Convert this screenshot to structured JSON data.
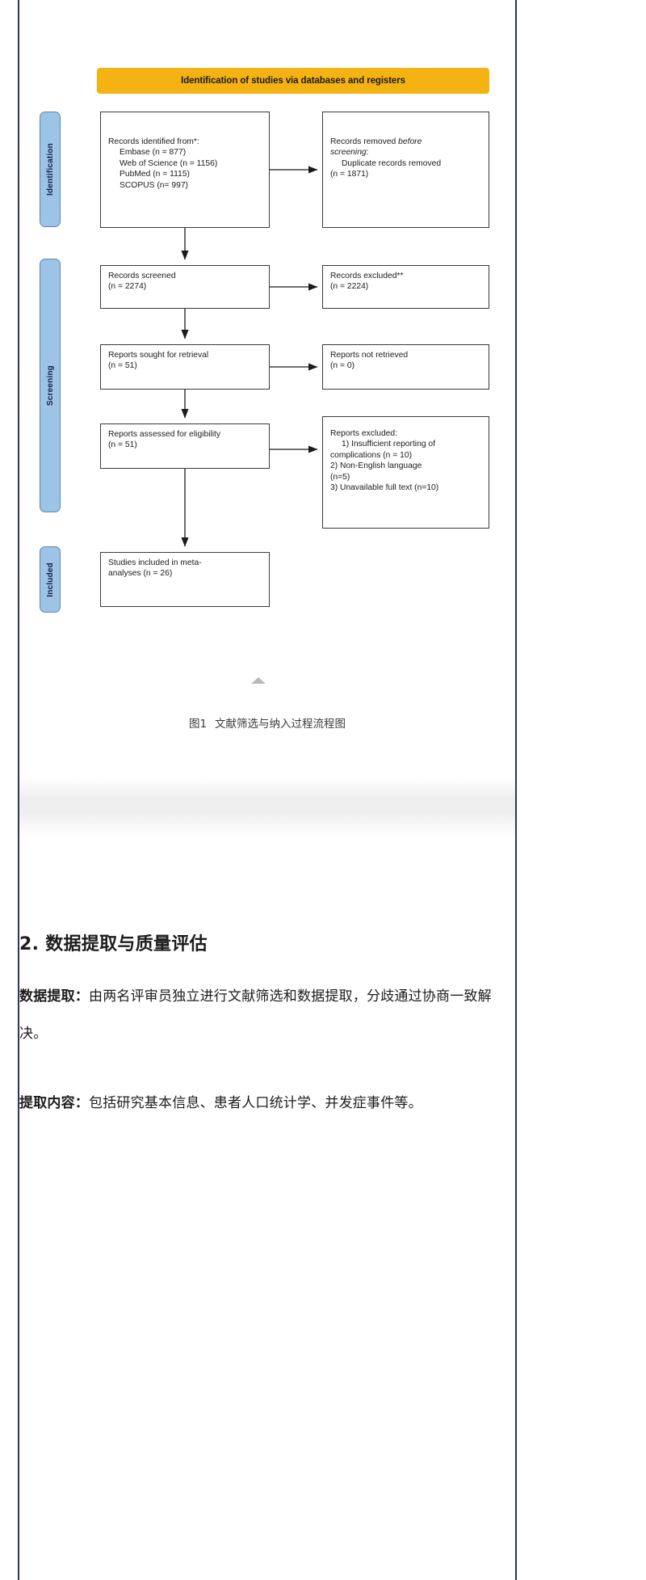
{
  "figure": {
    "banner": "Identification of studies via databases and registers",
    "phases": {
      "identification": "Identification",
      "screening": "Screening",
      "included": "Included"
    },
    "boxes": {
      "identified": {
        "title": "Records identified from*:",
        "lines": [
          "Embase (n = 877)",
          "Web of Science (n = 1156)",
          "PubMed (n = 1115)",
          "SCOPUS (n= 997)"
        ]
      },
      "removed": {
        "title_a": "Records removed ",
        "title_b": "before",
        "title_c": "screening",
        "title_d": ":",
        "lines": [
          "Duplicate records removed"
        ],
        "count": "(n = 1871)"
      },
      "screened": {
        "title": "Records screened",
        "count": "(n = 2274)"
      },
      "excluded_screened": {
        "title": "Records excluded**",
        "count": "(n = 2224)"
      },
      "sought": {
        "title": "Reports sought for retrieval",
        "count": "(n = 51)"
      },
      "not_retrieved": {
        "title": "Reports not retrieved",
        "count": "(n = 0)"
      },
      "assessed": {
        "title": "Reports assessed for eligibility",
        "count": "(n = 51)"
      },
      "excluded_reports": {
        "title": "Reports excluded:",
        "items": [
          "1) Insufficient reporting of",
          "complications (n = 10)",
          "2) Non-English language",
          "(n=5)",
          "3) Unavailable full text (n=10)"
        ]
      },
      "included": {
        "title": "Studies included in meta-",
        "line2": "analyses (n = 26)"
      }
    },
    "colors": {
      "banner": "#f4b213",
      "phase_fill": "#9dc3e6",
      "phase_border": "#5b87b5",
      "box_border": "#3a3a3a",
      "page_rule": "#27375c"
    }
  },
  "caption": {
    "number": "图1",
    "text": "文献筛选与纳入过程流程图"
  },
  "article": {
    "heading": "2. 数据提取与质量评估",
    "paragraphs": [
      {
        "label": "数据提取：",
        "body": "由两名评审员独立进行文献筛选和数据提取，分歧通过协商一致解决。"
      },
      {
        "label": "提取内容：",
        "body": "包括研究基本信息、患者人口统计学、并发症事件等。"
      }
    ]
  },
  "icons": {
    "collapse_caret": "caret-up-icon"
  }
}
